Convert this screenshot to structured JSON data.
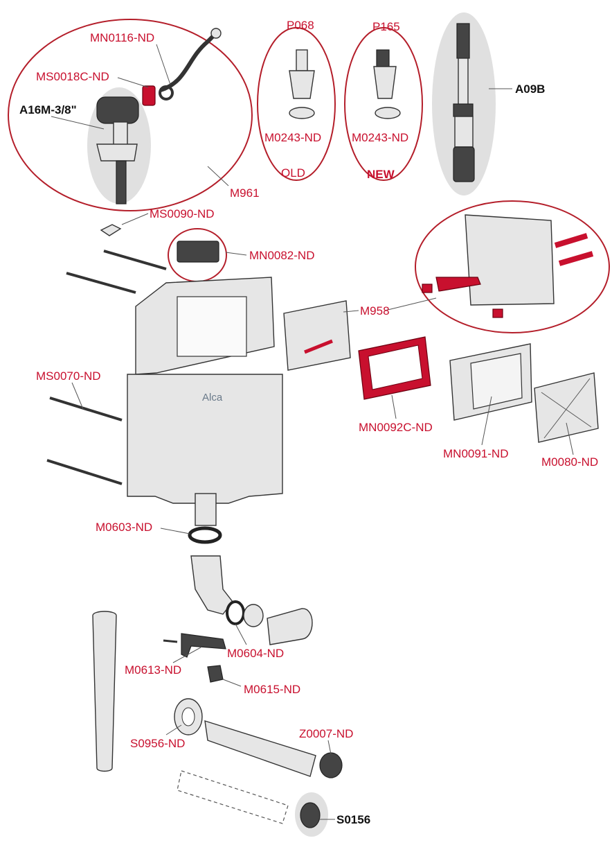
{
  "labels": {
    "mn0116": "MN0116-ND",
    "ms0018c": "MS0018C-ND",
    "a16m": "A16M-3/8\"",
    "m961": "M961",
    "p068": "P068",
    "m0243_old": "M0243-ND",
    "old": "OLD",
    "p165": "P165",
    "m0243_new": "M0243-ND",
    "new": "NEW",
    "a09b": "A09B",
    "ms0090": "MS0090-ND",
    "mn0082": "MN0082-ND",
    "m958": "M958",
    "ms0070": "MS0070-ND",
    "mn0092c": "MN0092C-ND",
    "mn0091": "MN0091-ND",
    "m0080": "M0080-ND",
    "m0603": "M0603-ND",
    "m0604": "M0604-ND",
    "m0613": "M0613-ND",
    "m0615": "M0615-ND",
    "s0956": "S0956-ND",
    "z0007": "Z0007-ND",
    "s0156": "S0156"
  },
  "brand": "Alca",
  "colors": {
    "accent_red": "#c8102e",
    "group_outline": "#b41e2a",
    "highlight_gray": "#e0e0e0"
  }
}
